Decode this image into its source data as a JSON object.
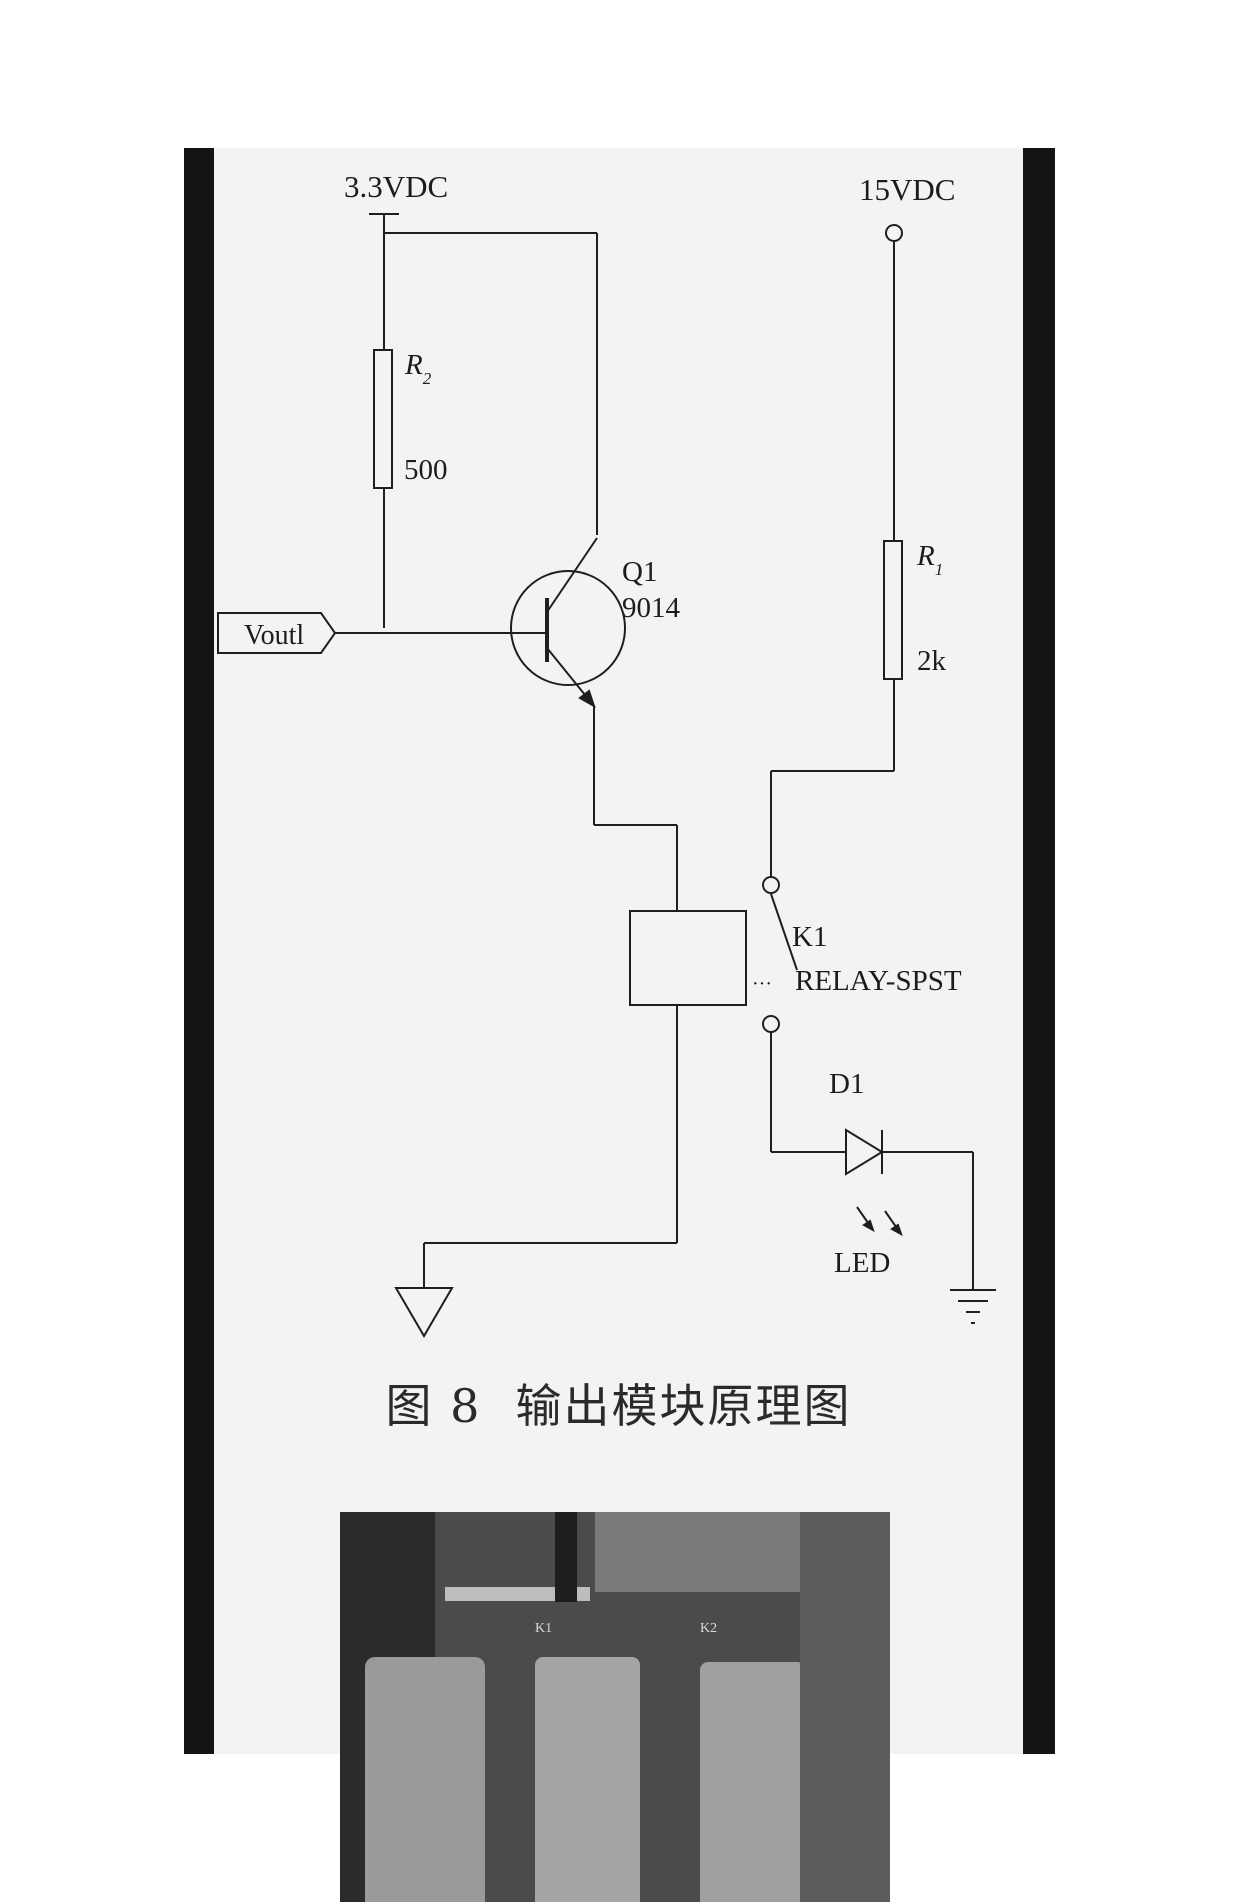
{
  "circuit": {
    "supply_left": "3.3VDC",
    "supply_right": "15VDC",
    "r2": {
      "ref": "R",
      "sub": "2",
      "value": "500"
    },
    "r1": {
      "ref": "R",
      "sub": "1",
      "value": "2k"
    },
    "q1": {
      "ref": "Q1",
      "part": "9014"
    },
    "input_port": "Voutl",
    "k1": {
      "ref": "K1",
      "part": "RELAY-SPST",
      "dots": "···"
    },
    "d1": {
      "ref": "D1",
      "part": "LED"
    }
  },
  "caption": {
    "number": "图 8",
    "title": "输出模块原理图"
  },
  "photo": {
    "board_labels": [
      "K1",
      "K2"
    ]
  }
}
